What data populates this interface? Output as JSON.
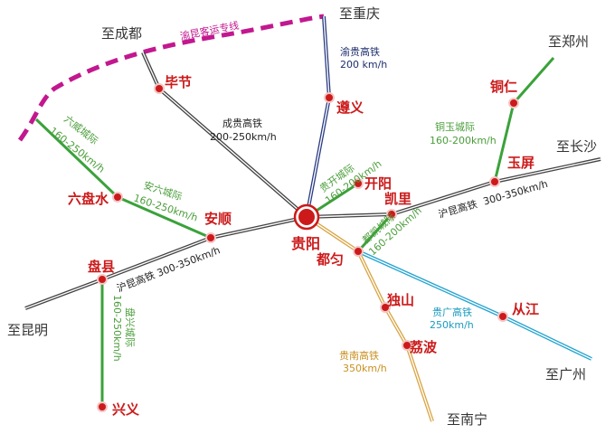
{
  "colors": {
    "high_speed": "#444444",
    "intercity": "#3aa23a",
    "yugui": "#2a3c82",
    "guiguang": "#23a3cf",
    "guinan": "#d9a443",
    "cangkun": "#c2188f",
    "station": "#cc1a1a"
  },
  "hub": {
    "name": "贵阳"
  },
  "stations": {
    "bijie": "毕节",
    "zunyi": "遵义",
    "tongren": "铜仁",
    "yuping": "玉屏",
    "kaiyang": "开阳",
    "kaili": "凯里",
    "duyun": "都匀",
    "dushan": "独山",
    "libo": "荔波",
    "congjiang": "从江",
    "anshun": "安顺",
    "liupanshui": "六盘水",
    "panxian": "盘县",
    "xingyi": "兴义"
  },
  "directions": {
    "chengdu": "至成都",
    "chongqing": "至重庆",
    "zhengzhou": "至郑州",
    "changsha": "至长沙",
    "kunming": "至昆明",
    "guangzhou": "至广州",
    "nanning": "至南宁"
  },
  "lines": {
    "cangkun": "渝昆客运专线",
    "yugui": {
      "name": "渝贵高铁",
      "speed": "200 km/h"
    },
    "chenggui": {
      "name": "成贵高铁",
      "speed": "200-250km/h"
    },
    "tongyu": {
      "name": "铜玉城际",
      "speed": "160-200km/h"
    },
    "liuwei": {
      "name": "六威城际",
      "speed": "160-250km/h"
    },
    "anliu": {
      "name": "安六城际",
      "speed": "160-250km/h"
    },
    "guikai": {
      "name": "贵开城际",
      "speed": "160-200km/h"
    },
    "duka": {
      "name": "都凯城际",
      "speed": "160-200km/h"
    },
    "hukun_east": {
      "name": "沪昆高铁",
      "speed": "300-350km/h"
    },
    "hukun_west": "沪昆高铁 300-350km/h",
    "panxing": {
      "name": "盘兴城际",
      "speed": "160-250km/h"
    },
    "guiguang": {
      "name": "贵广高铁",
      "speed": "250km/h"
    },
    "guinan": {
      "name": "贵南高铁",
      "speed": "350km/h"
    }
  }
}
